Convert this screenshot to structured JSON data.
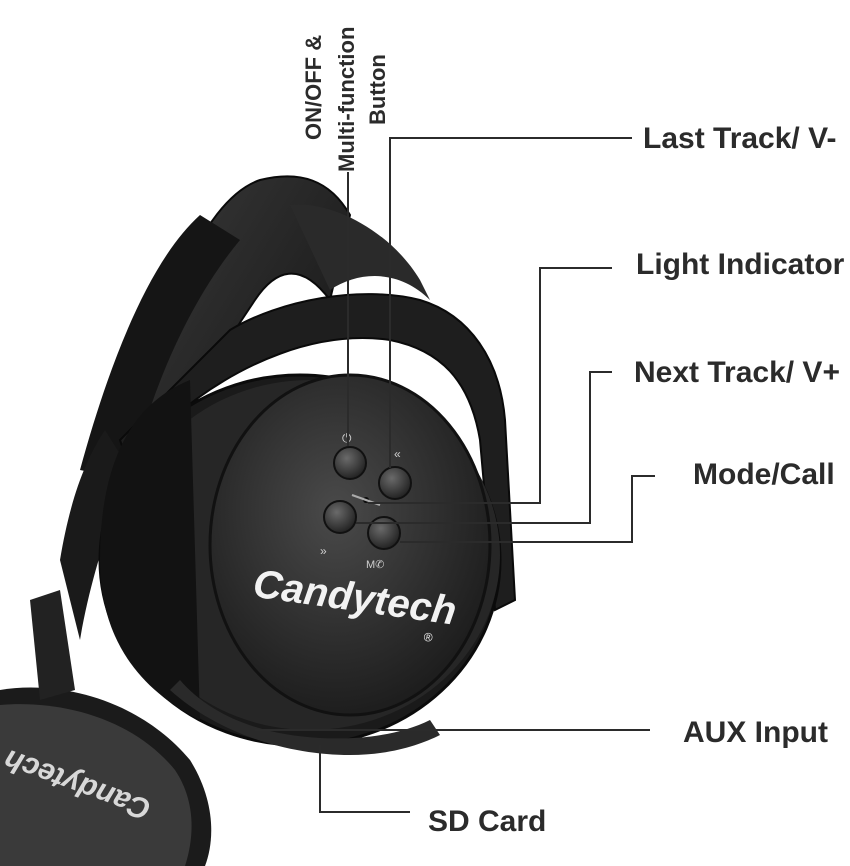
{
  "labels": {
    "power_line1": "ON/OFF &",
    "power_line2": "Multi-function",
    "power_line3": "Button",
    "last_track": "Last Track/ V-",
    "light_indicator": "Light Indicator",
    "next_track": "Next Track/ V+",
    "mode_call": "Mode/Call",
    "aux_input": "AUX Input",
    "sd_card": "SD Card"
  },
  "brand": {
    "name": "Candytech",
    "mark": "®"
  },
  "colors": {
    "label_text": "#2b2b2b",
    "leader_line": "#2b2b2b",
    "headphone_dark": "#1c1c1c",
    "plate": "#2f2f2f",
    "brand_text": "#f2f2f2"
  },
  "icons": [
    "power-icon",
    "rewind-icon",
    "forward-icon",
    "mode-call-icon"
  ]
}
